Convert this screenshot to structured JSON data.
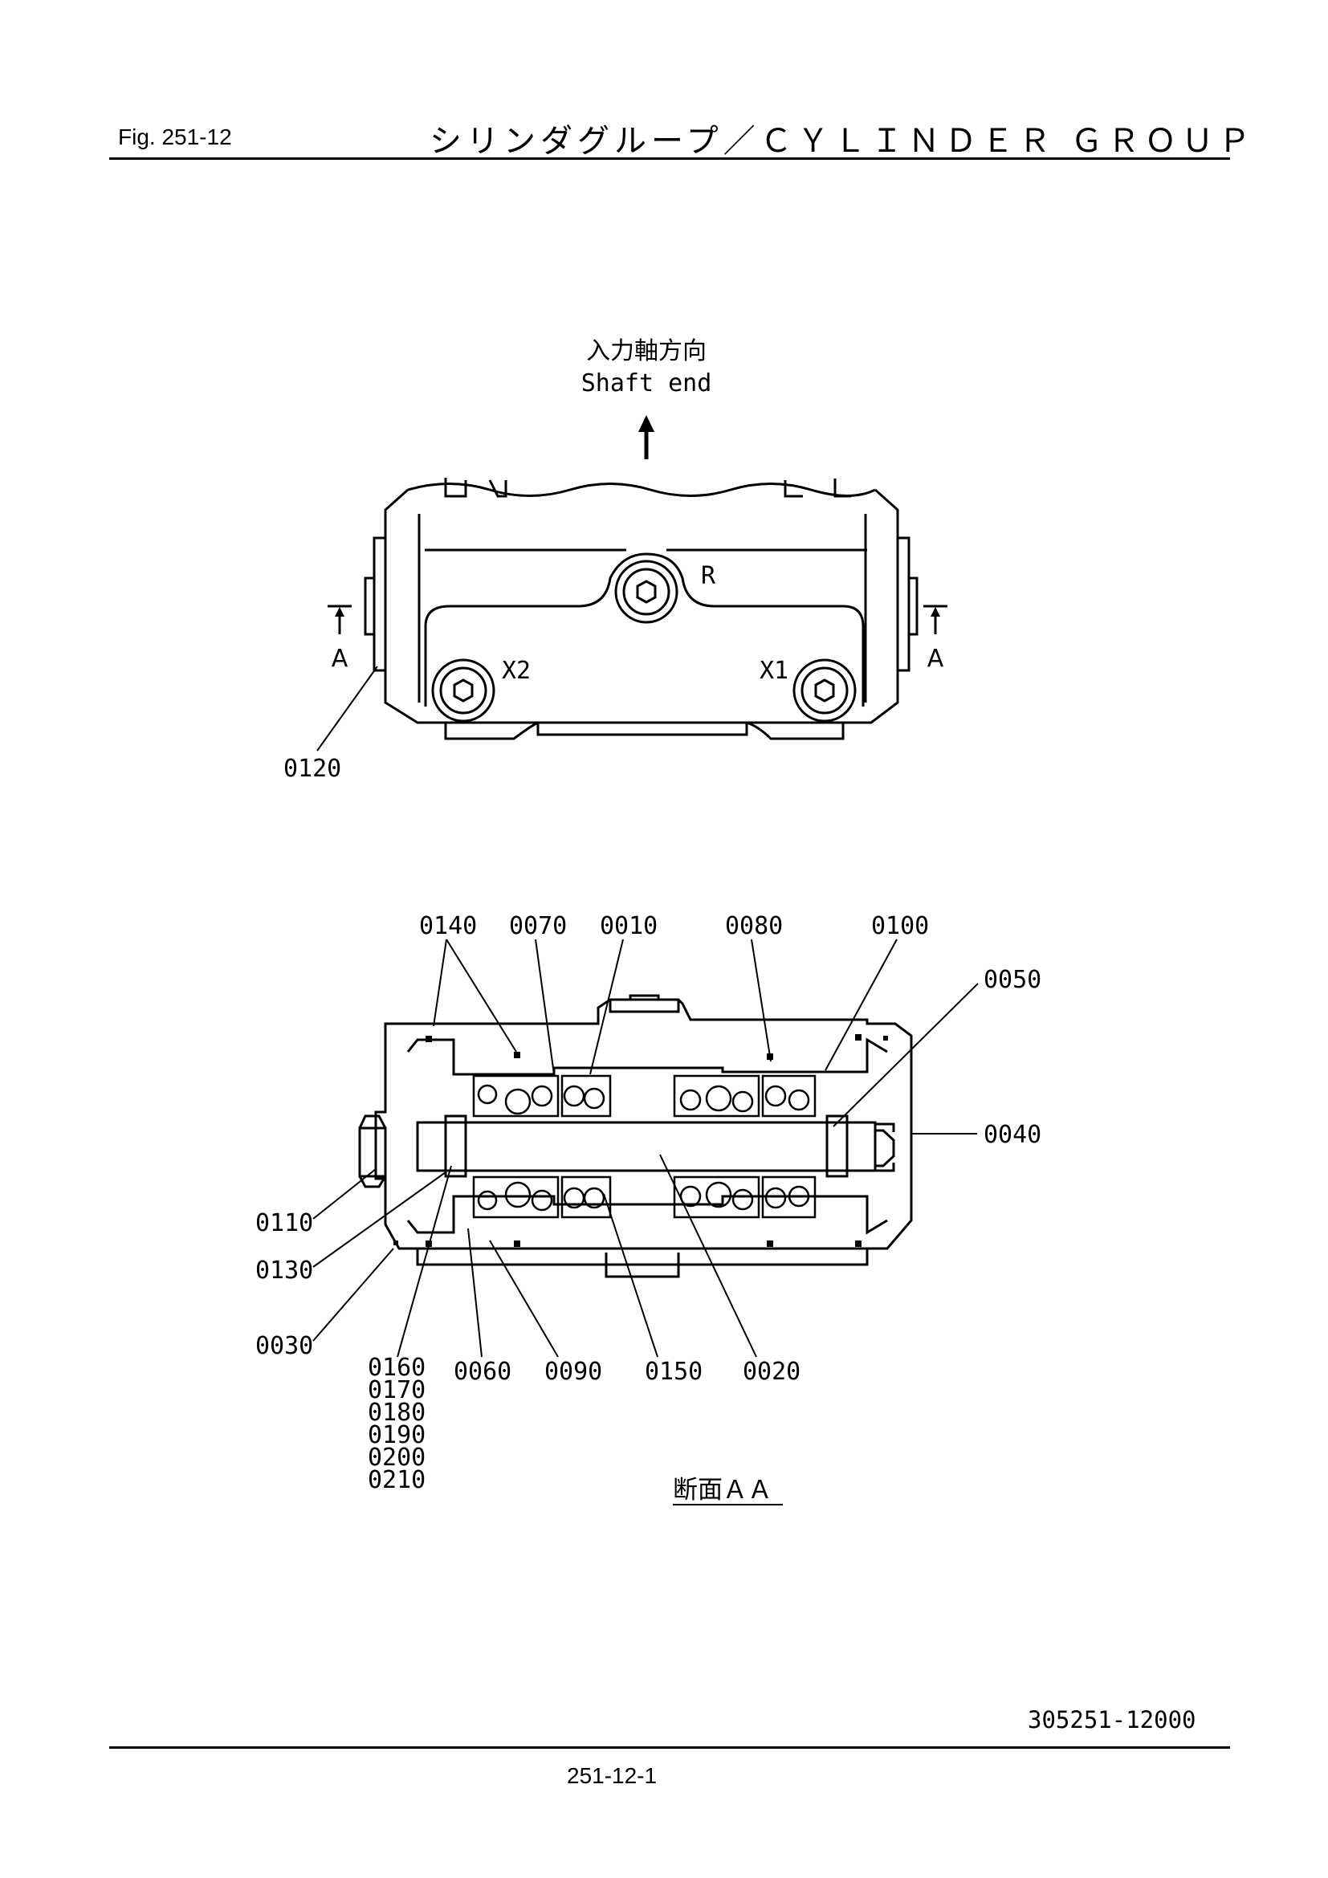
{
  "header": {
    "fig_label": "Fig.  251-12",
    "title": "シリンダグループ／ＣＹＬＩＮＤＥＲ ＧＲＯＵＰ"
  },
  "top_view": {
    "direction_jp": "入力軸方向",
    "direction_en": "Shaft end",
    "port_r": "R",
    "port_x1": "X1",
    "port_x2": "X2",
    "section_mark_left": "A",
    "section_mark_right": "A",
    "callout_0120": "0120"
  },
  "section_view": {
    "callouts_top": [
      "0140",
      "0070",
      "0010",
      "0080",
      "0100"
    ],
    "callout_0050": "0050",
    "callout_0040": "0040",
    "callout_0110": "0110",
    "callout_0130": "0130",
    "callout_0030": "0030",
    "callouts_bottom": [
      "0060",
      "0090",
      "0150",
      "0020"
    ],
    "callout_stack": [
      "0160",
      "0170",
      "0180",
      "0190",
      "0200",
      "0210"
    ],
    "section_title": "断面ＡＡ"
  },
  "footer": {
    "doc_number": "305251-12000",
    "page_number": "251-12-1"
  }
}
